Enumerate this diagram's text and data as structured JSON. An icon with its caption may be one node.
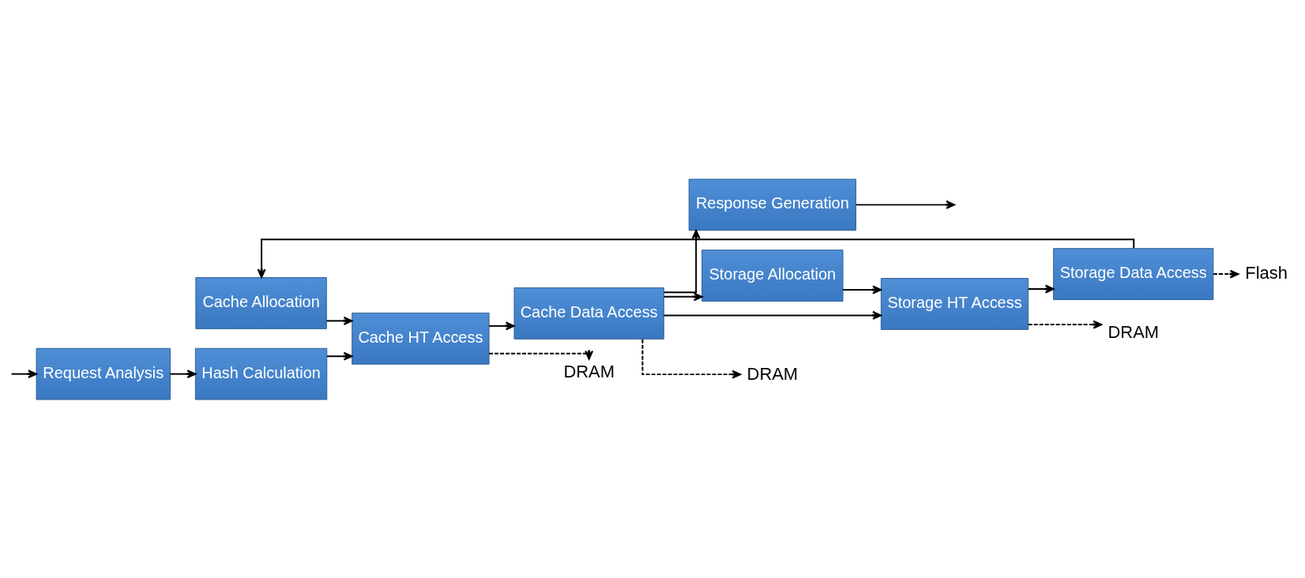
{
  "diagram": {
    "nodes": [
      {
        "text": [
          "Request Analysis"
        ]
      },
      {
        "text": [
          "Hash Calculation"
        ]
      },
      {
        "text": [
          "Cache Allocation"
        ]
      },
      {
        "text": [
          "Cache HT Access"
        ]
      },
      {
        "text": [
          "Cache Data Access"
        ]
      },
      {
        "text": [
          "Response Generation"
        ]
      },
      {
        "text": [
          "Storage Allocation"
        ]
      },
      {
        "text": [
          "Storage HT Access"
        ]
      },
      {
        "text": [
          "Storage Data Access"
        ]
      },
      {
        "text": [
          "DRAM"
        ]
      },
      {
        "text": [
          "DRAM"
        ]
      },
      {
        "text": [
          "DRAM"
        ]
      },
      {
        "text": [
          "Flash"
        ]
      }
    ],
    "edges": [
      {
        "from": null,
        "to": 0,
        "arrow": "to"
      },
      {
        "from": 0,
        "to": 1,
        "arrow": "to"
      },
      {
        "from": 1,
        "to": 3,
        "arrow": "to"
      },
      {
        "from": 2,
        "to": 3,
        "arrow": "to"
      },
      {
        "from": 3,
        "to": 4,
        "arrow": "to"
      },
      {
        "from": 4,
        "to": 5,
        "arrow": "to"
      },
      {
        "from": 4,
        "to": 6,
        "arrow": "to"
      },
      {
        "from": 4,
        "to": 7,
        "arrow": "to"
      },
      {
        "from": 6,
        "to": 7,
        "arrow": "to"
      },
      {
        "from": 7,
        "to": 8,
        "arrow": "to"
      },
      {
        "from": 8,
        "to": 2,
        "arrow": "to"
      },
      {
        "from": 5,
        "to": null,
        "arrow": "to"
      },
      {
        "from": 3,
        "to": 9,
        "arrow": "to",
        "style": "dashed"
      },
      {
        "from": 4,
        "to": 10,
        "arrow": "to",
        "style": "dashed"
      },
      {
        "from": 7,
        "to": 11,
        "arrow": "to",
        "style": "dashed"
      },
      {
        "from": 8,
        "to": 12,
        "arrow": "to",
        "style": "dashed"
      }
    ]
  }
}
